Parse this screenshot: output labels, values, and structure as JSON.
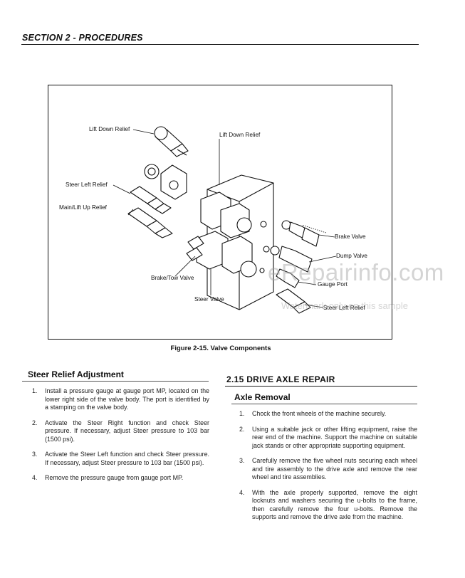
{
  "header": {
    "section_title": "SECTION 2 - PROCEDURES"
  },
  "figure": {
    "caption": "Figure 2-15.  Valve Components",
    "callouts": {
      "lift_down_relief_left": "Lift Down Relief",
      "lift_down_relief_right": "Lift Down Relief",
      "steer_left_relief_left": "Steer Left Relief",
      "main_lift_up_relief": "Main/Lift Up Relief",
      "brake_tow_valve": "Brake/Tow Valve",
      "steer_valve": "Steer Valve",
      "brake_valve": "Brake Valve",
      "dump_valve": "Dump Valve",
      "gauge_port": "Gauge Port",
      "steer_left_relief_right": "Steer Left Relief"
    }
  },
  "watermark": {
    "brand": "eRepairinfo.com",
    "note": "Watermark only on this sample"
  },
  "steer_relief": {
    "heading": "Steer Relief Adjustment",
    "steps": [
      {
        "num": "1.",
        "text": "Install a pressure gauge at gauge port MP, located on the lower right side of the valve body. The port is identified by a stamping on the valve body."
      },
      {
        "num": "2.",
        "text": "Activate the Steer Right function and check Steer pressure. If necessary, adjust Steer pressure to 103 bar (1500 psi)."
      },
      {
        "num": "3.",
        "text": "Activate the Steer Left function and check Steer pressure. If necessary, adjust Steer pressure to 103 bar (1500 psi)."
      },
      {
        "num": "4.",
        "text": "Remove the pressure gauge from gauge port MP."
      }
    ]
  },
  "drive_axle": {
    "heading": "2.15  DRIVE AXLE REPAIR",
    "subheading": "Axle Removal",
    "steps": [
      {
        "num": "1.",
        "text": "Chock the front wheels of the machine securely."
      },
      {
        "num": "2.",
        "text": "Using a suitable jack or other lifting equipment, raise the rear end of the machine. Support the machine on suitable jack stands or other appropriate supporting equipment."
      },
      {
        "num": "3.",
        "text": "Carefully remove the five wheel nuts securing each wheel and tire assembly to the drive axle and remove the rear wheel and tire assemblies."
      },
      {
        "num": "4.",
        "text": "With the axle properly supported, remove the eight locknuts and washers securing the u-bolts to the frame, then carefully remove the four u-bolts. Remove the supports and remove the drive axle from the machine."
      }
    ]
  }
}
